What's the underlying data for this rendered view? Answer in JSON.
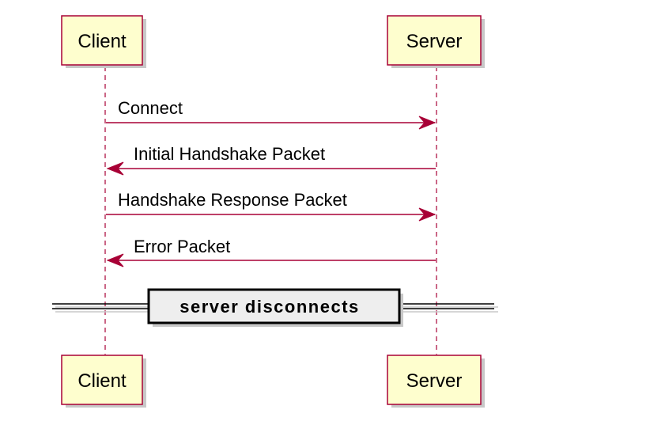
{
  "participants": [
    {
      "id": "client",
      "name": "Client"
    },
    {
      "id": "server",
      "name": "Server"
    }
  ],
  "messages": [
    {
      "from": "client",
      "to": "server",
      "label": "Connect"
    },
    {
      "from": "server",
      "to": "client",
      "label": "Initial Handshake Packet"
    },
    {
      "from": "client",
      "to": "server",
      "label": "Handshake Response Packet"
    },
    {
      "from": "server",
      "to": "client",
      "label": "Error Packet"
    }
  ],
  "divider": {
    "label": "server disconnects"
  },
  "colors": {
    "line": "#a80036",
    "participant_fill": "#fefece",
    "divider_fill": "#eeeeee",
    "background": "#ffffff"
  }
}
